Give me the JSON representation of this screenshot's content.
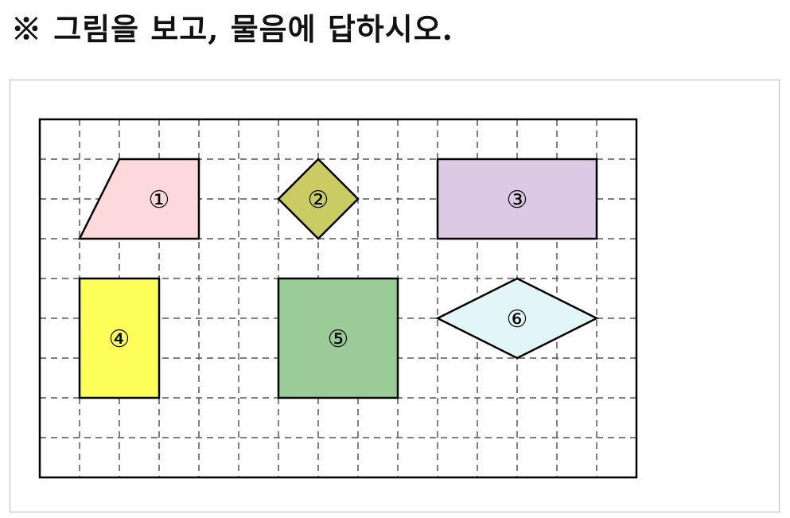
{
  "question": "※ 그림을 보고, 물음에 답하시오.",
  "shapes": [
    {
      "label": "①",
      "fill": "#fdd9dc"
    },
    {
      "label": "②",
      "fill": "#cbcb63"
    },
    {
      "label": "③",
      "fill": "#dccae4"
    },
    {
      "label": "④",
      "fill": "#ffff59"
    },
    {
      "label": "⑤",
      "fill": "#9bcb97"
    },
    {
      "label": "⑥",
      "fill": "#e2f5f7"
    }
  ]
}
